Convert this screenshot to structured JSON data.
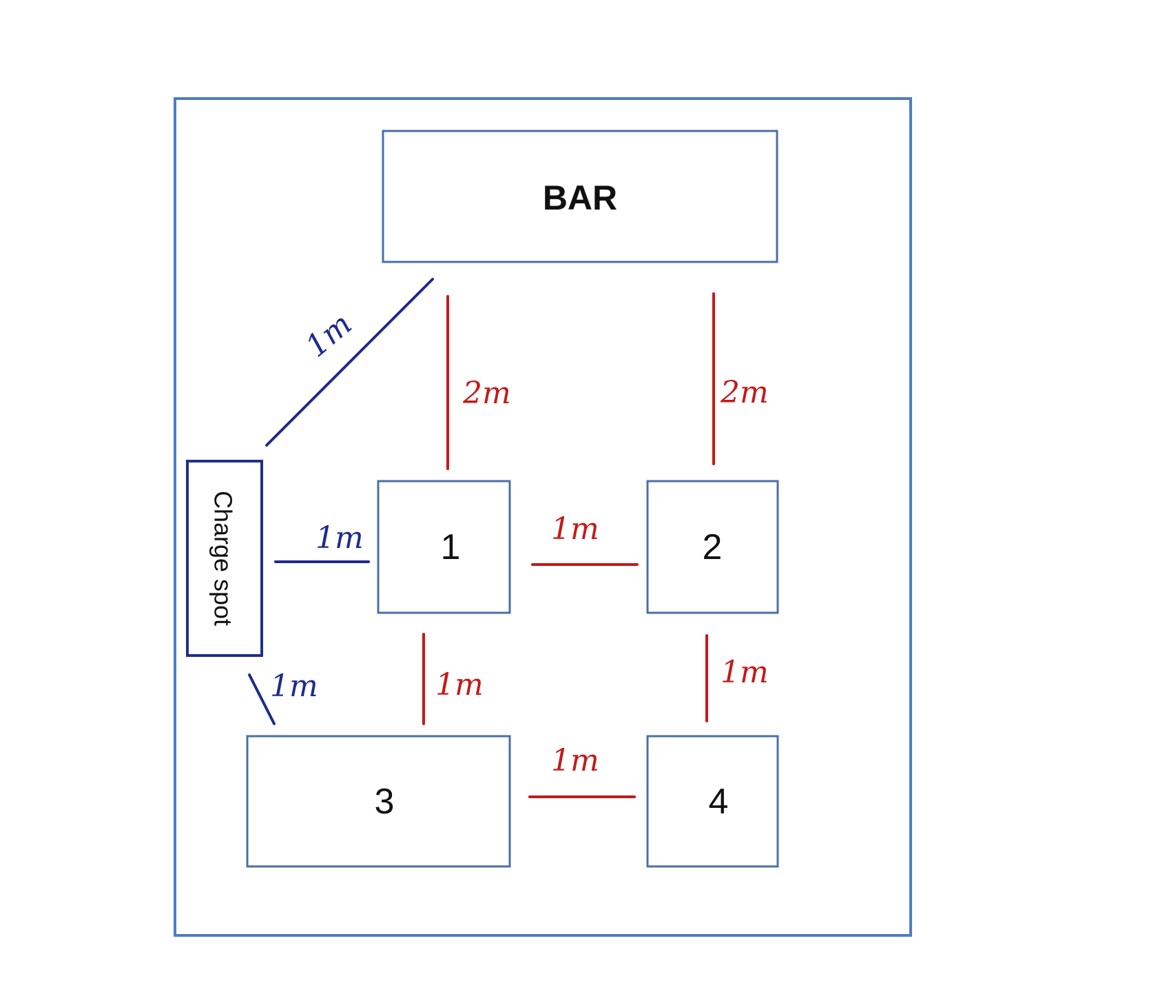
{
  "diagram": {
    "bar_label": "BAR",
    "charge_spot_label": "Charge spot",
    "tables": [
      {
        "label": "1"
      },
      {
        "label": "2"
      },
      {
        "label": "3"
      },
      {
        "label": "4"
      }
    ],
    "distances": {
      "bar_to_charge": "1m",
      "bar_to_table1": "2m",
      "bar_to_table2": "2m",
      "charge_to_table1": "1m",
      "table1_to_table2": "1m",
      "charge_to_table3": "1m",
      "table1_to_table3": "1m",
      "table2_to_table4": "1m",
      "table3_to_table4": "1m"
    },
    "colors": {
      "red_connection": "#c41a1a",
      "blue_connection": "#1c2b8f",
      "box_border": "#4a6fa8",
      "room_border": "#4f7cc4"
    }
  }
}
